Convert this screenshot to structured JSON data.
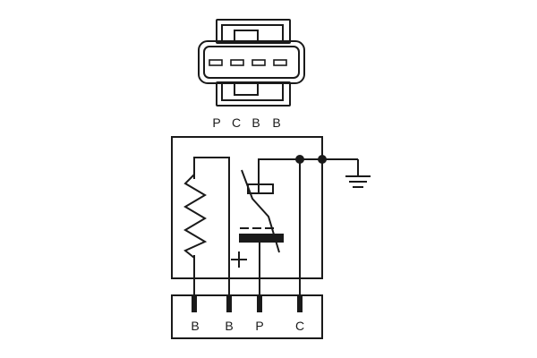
{
  "connector": {
    "pin_labels": [
      "P",
      "C",
      "B",
      "B"
    ]
  },
  "relay": {
    "terminal_labels": [
      "B",
      "B",
      "P",
      "C"
    ],
    "plus_sign": "+"
  }
}
